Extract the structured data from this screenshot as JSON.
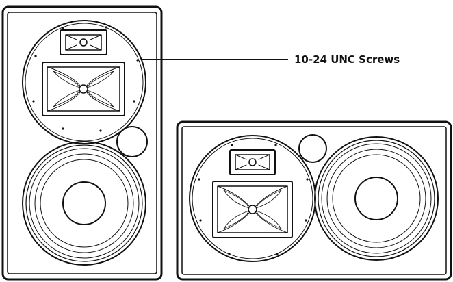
{
  "callout": {
    "label": "10-24 UNC Screws"
  },
  "colors": {
    "line": "#111111",
    "background": "#ffffff"
  },
  "views": [
    {
      "orientation": "vertical"
    },
    {
      "orientation": "horizontal"
    }
  ]
}
